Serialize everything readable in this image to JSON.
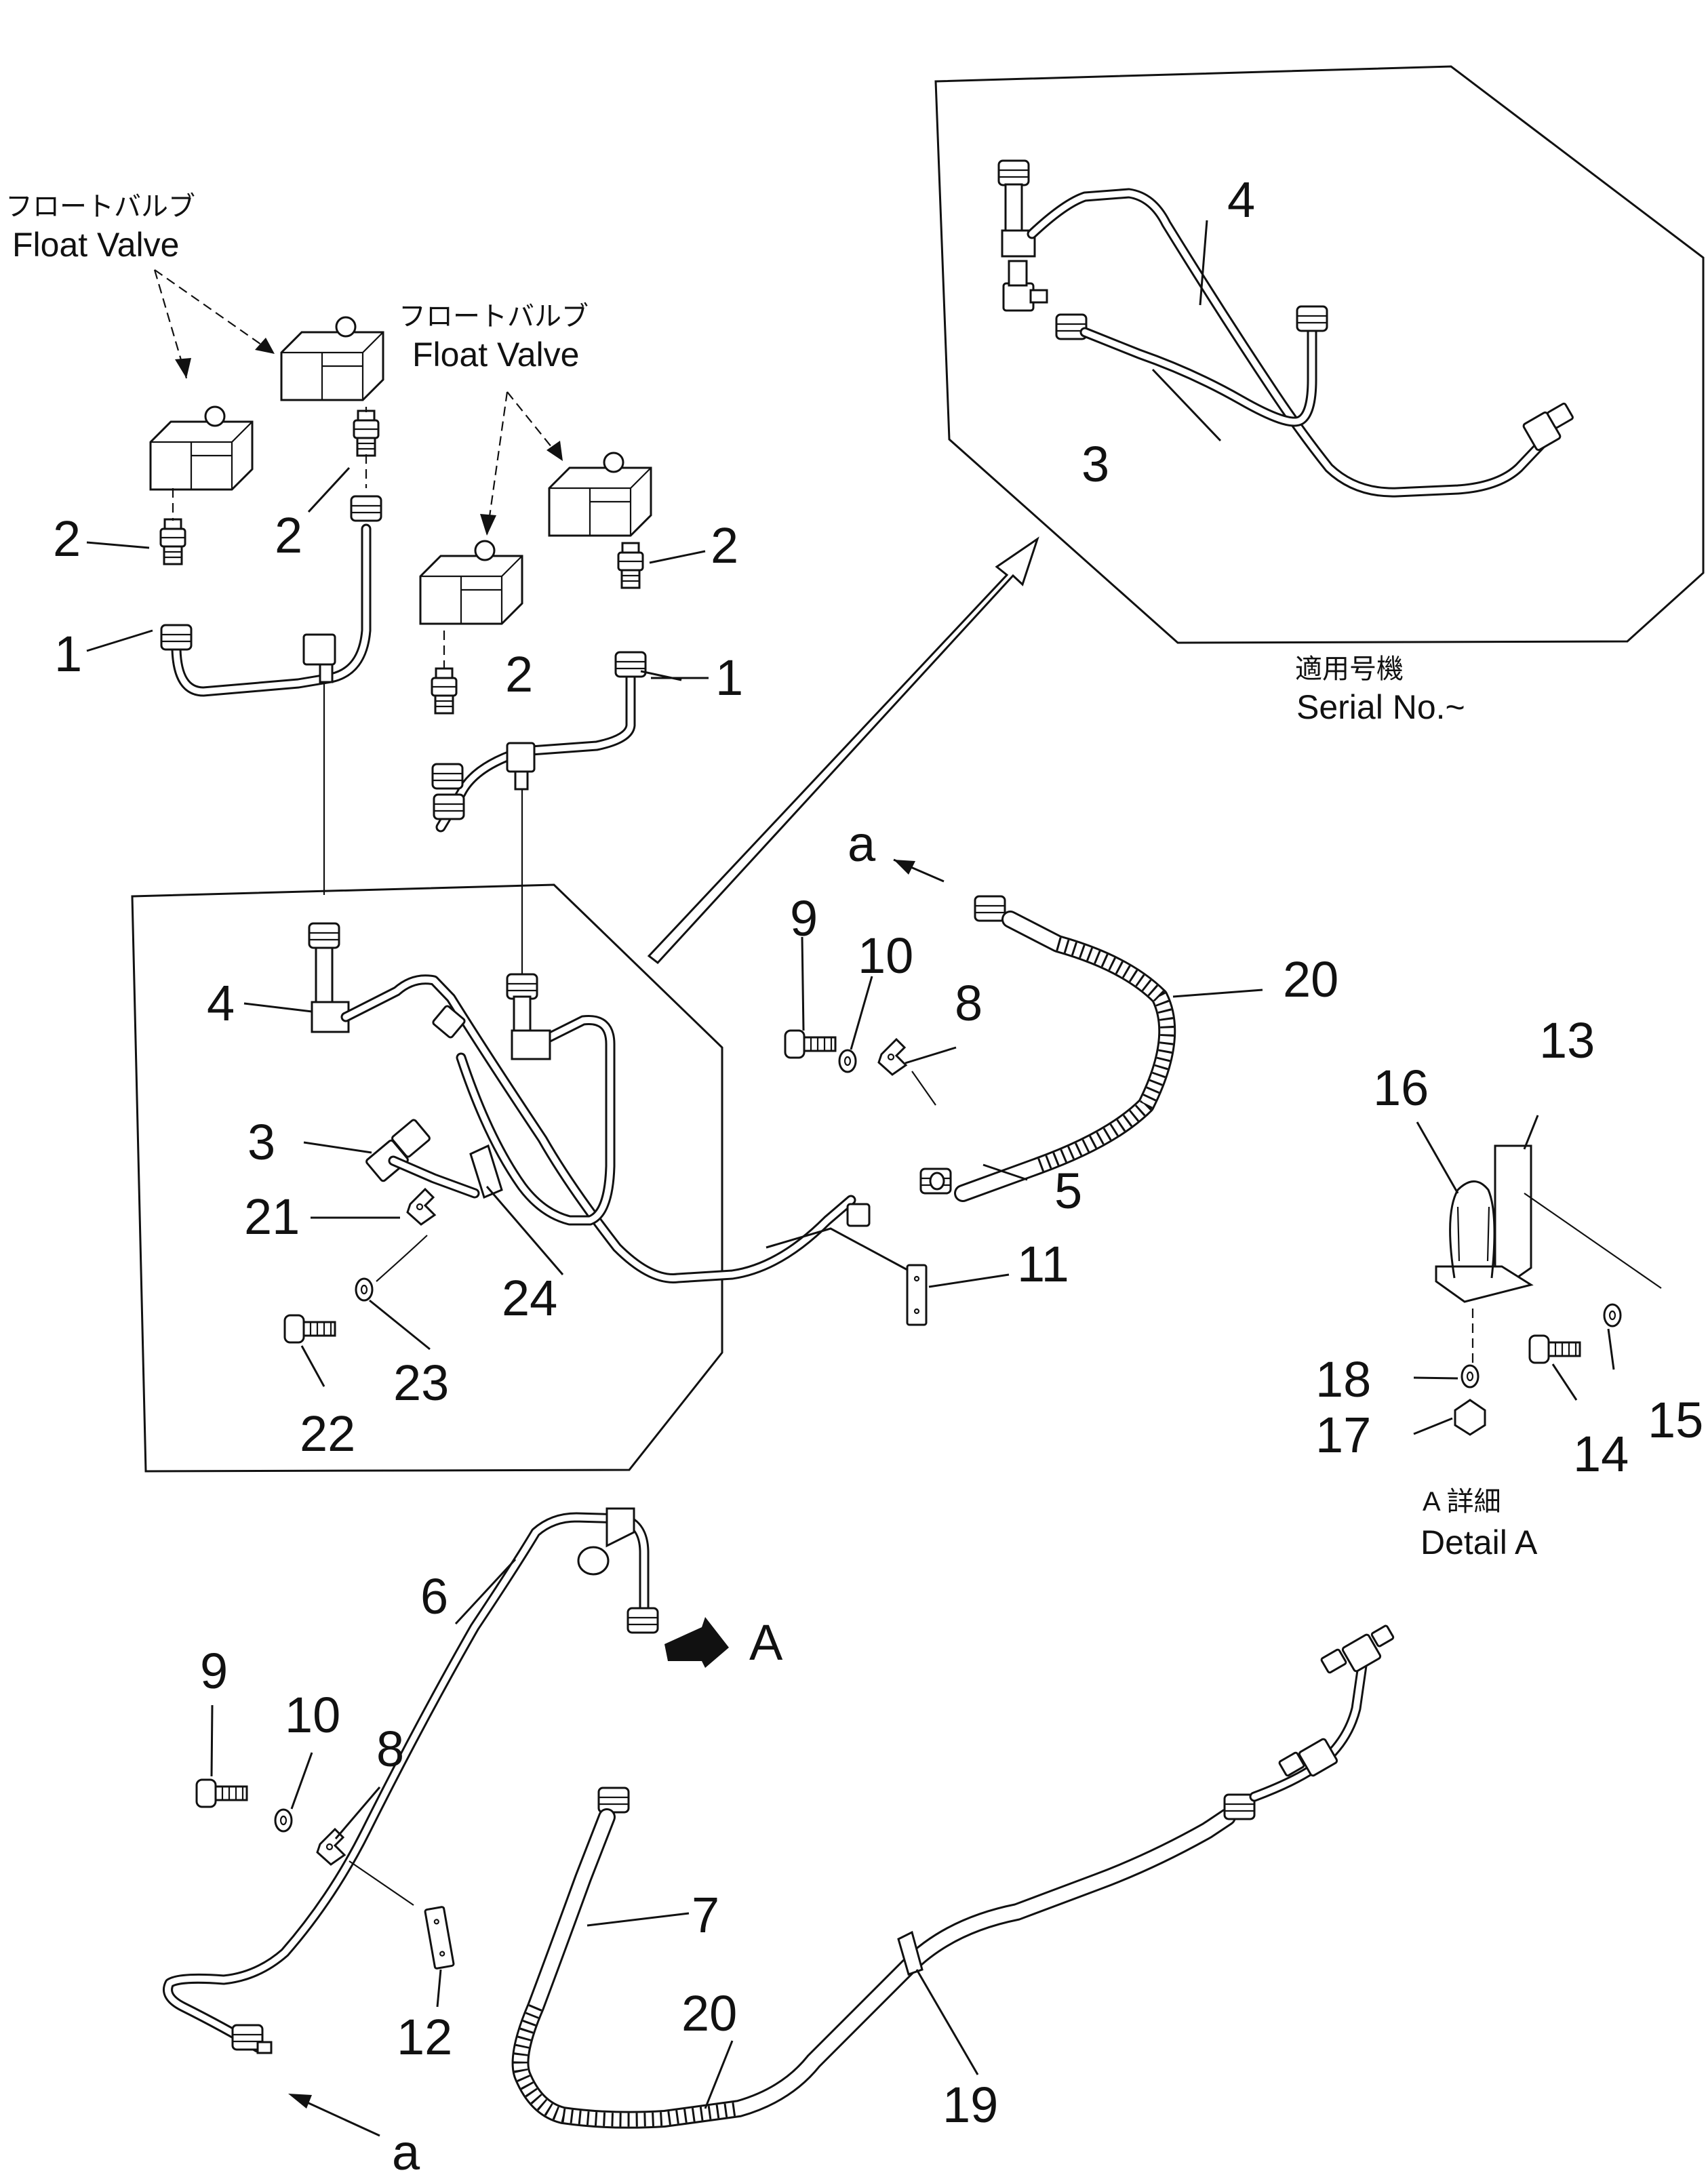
{
  "captions": {
    "float_valve_left_jp": "フロートバルブ",
    "float_valve_left_en": "Float Valve",
    "float_valve_center_jp": "フロートバルブ",
    "float_valve_center_en": "Float Valve",
    "serial_jp": "適用号機",
    "serial_en": "Serial No.~",
    "detail_jp": "A 詳細",
    "detail_en": "Detail A"
  },
  "view_markers": {
    "a_top": "a",
    "a_bottom": "a",
    "A_arrow": "A"
  },
  "callouts": {
    "c1_left": "1",
    "c1_right": "1",
    "c2_a": "2",
    "c2_b": "2",
    "c2_c": "2",
    "c2_d": "2",
    "c3_box": "3",
    "c3_serial": "3",
    "c4_box": "4",
    "c4_serial": "4",
    "c5": "5",
    "c6": "6",
    "c7": "7",
    "c8_top": "8",
    "c8_bottom": "8",
    "c9_top": "9",
    "c9_bottom": "9",
    "c10_top": "10",
    "c10_bottom": "10",
    "c11": "11",
    "c12": "12",
    "c13": "13",
    "c14": "14",
    "c15": "15",
    "c16": "16",
    "c17": "17",
    "c18": "18",
    "c19": "19",
    "c20_top": "20",
    "c20_bottom": "20",
    "c21": "21",
    "c22": "22",
    "c23": "23",
    "c24": "24"
  }
}
